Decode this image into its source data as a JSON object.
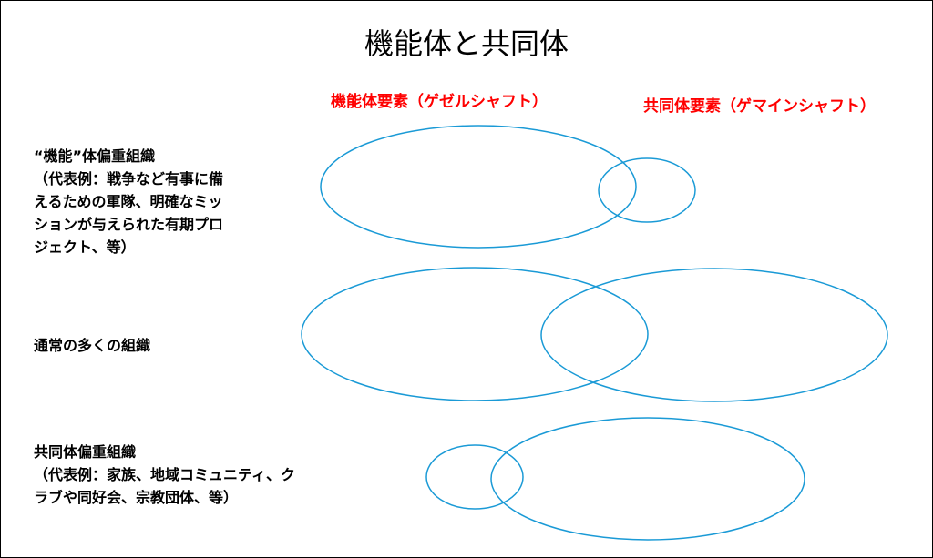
{
  "title": "機能体と共同体",
  "headers": {
    "functional": "機能体要素（ゲゼルシャフト）",
    "communal": "共同体要素（ゲマインシャフト）"
  },
  "rows": [
    {
      "lines": [
        "“機能”体偏重組織",
        "（代表例：戦争など有事に備",
        "えるための軍隊、明確なミッ",
        "ションが与えられた有期プロ",
        "ジェクト、等）"
      ]
    },
    {
      "lines": [
        "通常の多くの組織"
      ]
    },
    {
      "lines": [
        "共同体偏重組織",
        "（代表例：家族、地域コミュニティ、ク",
        "ラブや同好会、宗教団体、等）"
      ]
    }
  ],
  "colors": {
    "ellipse_stroke": "#1a9ad6",
    "header_text": "#ff0000"
  }
}
